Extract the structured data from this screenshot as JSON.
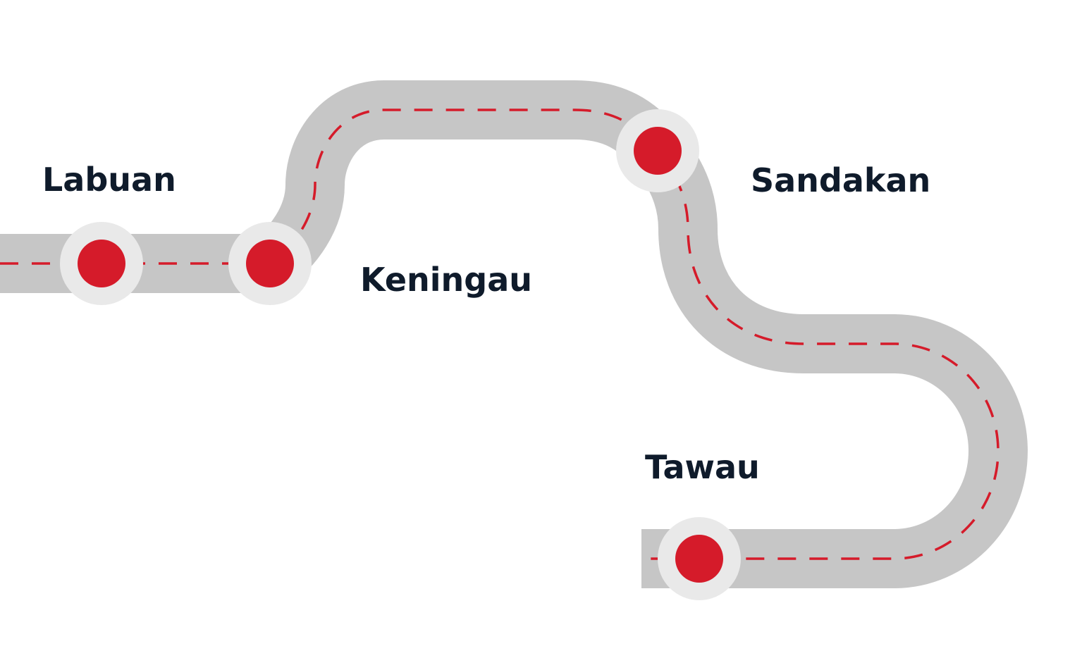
{
  "colors": {
    "road": "#c6c6c6",
    "lane_marking": "#d51b2a",
    "stop_ring": "#e9e9e9",
    "stop_dot": "#d51b2a",
    "label_text": "#0f1b2b"
  },
  "stops": [
    {
      "id": "labuan",
      "name": "Labuan"
    },
    {
      "id": "keningau",
      "name": "Keningau"
    },
    {
      "id": "sandakan",
      "name": "Sandakan"
    },
    {
      "id": "tawau",
      "name": "Tawau"
    }
  ]
}
